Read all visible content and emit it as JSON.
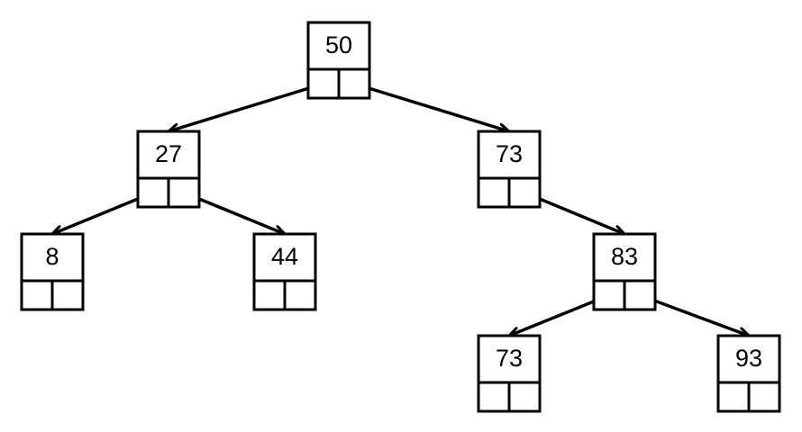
{
  "tree": {
    "nodes": [
      {
        "id": "n50",
        "value": "50"
      },
      {
        "id": "n27",
        "value": "27"
      },
      {
        "id": "n73a",
        "value": "73"
      },
      {
        "id": "n8",
        "value": "8"
      },
      {
        "id": "n44",
        "value": "44"
      },
      {
        "id": "n83",
        "value": "83"
      },
      {
        "id": "n73b",
        "value": "73"
      },
      {
        "id": "n93",
        "value": "93"
      }
    ],
    "edges": [
      {
        "from": "n50",
        "to": "n27",
        "side": "left"
      },
      {
        "from": "n50",
        "to": "n73a",
        "side": "right"
      },
      {
        "from": "n27",
        "to": "n8",
        "side": "left"
      },
      {
        "from": "n27",
        "to": "n44",
        "side": "right"
      },
      {
        "from": "n73a",
        "to": "n83",
        "side": "right"
      },
      {
        "from": "n83",
        "to": "n73b",
        "side": "left"
      },
      {
        "from": "n83",
        "to": "n93",
        "side": "right"
      }
    ]
  }
}
